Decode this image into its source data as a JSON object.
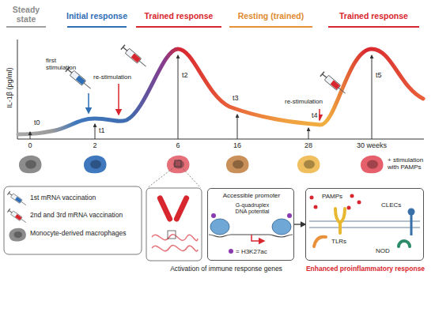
{
  "diagram": {
    "nodes": [
      {
        "text": [
          "Accessible promoter",
          "G-quadruplex DNA potential",
          "= H3K27ac",
          "Activation of immune response genes"
        ]
      },
      {
        "text": [
          "PAMPs",
          "CLECs",
          "TLRs",
          "NOD",
          "Enhanced proinflammatory response"
        ]
      }
    ],
    "edges": [
      {
        "from": 0,
        "to": 1,
        "arrow": "to"
      }
    ],
    "labels": [
      "Steady state",
      "Initial response",
      "Trained response",
      "Resting (trained)",
      "Trained response",
      "IL-1β (pg/ml)",
      "first stimulation",
      "re-stimulation",
      "re-stimulation",
      "t0",
      "t1",
      "t2",
      "t3",
      "t4",
      "t5",
      "0",
      "2",
      "6",
      "16",
      "28",
      "30 weeks",
      "+ stimulation with PAMPs"
    ],
    "legend": [
      {
        "text": "1st mRNA vaccination"
      },
      {
        "text": "2nd and 3rd mRNA vaccination"
      },
      {
        "text": "Monocyte-derived macrophages"
      }
    ]
  }
}
